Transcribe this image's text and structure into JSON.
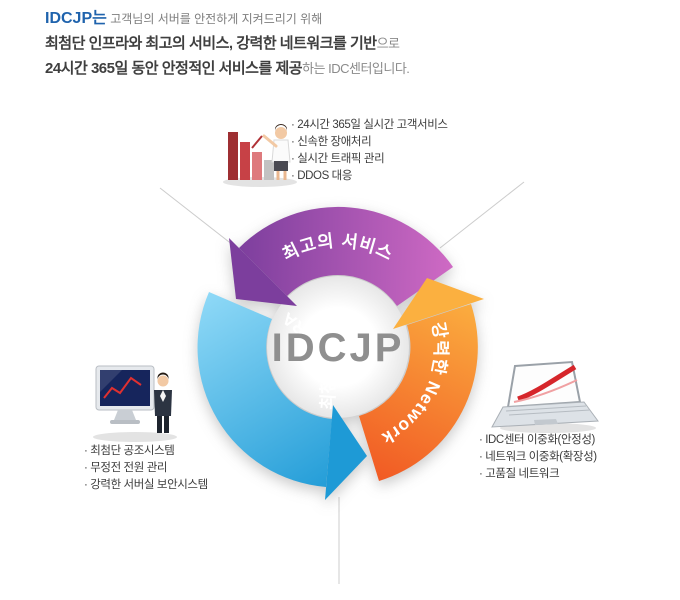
{
  "header": {
    "line1_strong": "IDCJP는",
    "line1_rest": " 고객님의 서버를 안전하게 지켜드리기 위해",
    "line2_strong": "최첨단 인프라와 최고의 서비스, 강력한 네트워크를 기반",
    "line2_rest": "으로",
    "line3_strong": "24시간 365일 동안 안정적인 서비스를 제공",
    "line3_rest": "하는 IDC센터입니다."
  },
  "diagram": {
    "center_label": "IDCJP",
    "segments": {
      "service": {
        "label": "최고의 서비스",
        "color_from": "#cf6ac4",
        "color_to": "#7c3e9d"
      },
      "network": {
        "label": "강력한 Network",
        "color_from": "#f15a24",
        "color_to": "#fbb040"
      },
      "infra": {
        "label": "최첨단 INFRA",
        "color_from": "#8fd9f7",
        "color_to": "#1e9ad6"
      }
    }
  },
  "callouts": {
    "service": {
      "items": [
        "· 24시간 365일 실시간 고객서비스",
        "· 신속한 장애처리",
        "· 실시간 트래픽 관리",
        "· DDOS 대응"
      ]
    },
    "infra": {
      "items": [
        "· 최첨단 공조시스템",
        "· 무정전 전원 관리",
        "· 강력한 서버실 보안시스템"
      ]
    },
    "network": {
      "items": [
        "· IDC센터 이중화(안정성)",
        "· 네트워크 이중화(확장성)",
        "· 고품질 네트워크"
      ]
    }
  }
}
